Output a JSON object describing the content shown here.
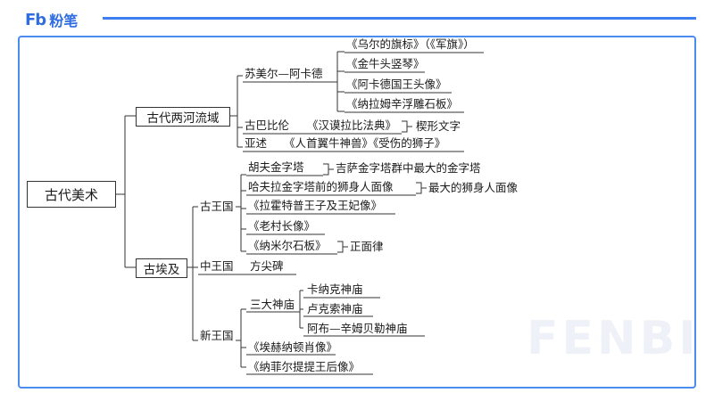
{
  "brand": {
    "logo_mark": "Fb",
    "logo_text": "粉笔",
    "watermark": "FENBI"
  },
  "root": "古代美术",
  "branches": {
    "mesopotamia": "古代两河流域",
    "egypt": "古埃及"
  },
  "mesopotamia": {
    "sumer_akkad": "苏美尔—阿卡德",
    "sumer_works": [
      "《乌尔的旗标》（《军旗》）",
      "《金牛头竖琴》",
      "《阿卡德国王头像》",
      "《纳拉姆辛浮雕石板》"
    ],
    "babylon": "古巴比伦",
    "babylon_work": "《汉谟拉比法典》",
    "babylon_note": "楔形文字",
    "assyria": "亚述",
    "assyria_works": "《人首翼牛神兽》《受伤的狮子》"
  },
  "egypt": {
    "old_kingdom": "古王国",
    "old_items": [
      "胡夫金字塔",
      "哈夫拉金字塔前的狮身人面像",
      "《拉霍特普王子及王妃像》",
      "《老村长像》",
      "《纳米尔石板》"
    ],
    "old_notes": [
      "吉萨金字塔群中最大的金字塔",
      "最大的狮身人面像",
      "正面律"
    ],
    "middle_kingdom": "中王国",
    "middle_item": "方尖碑",
    "new_kingdom": "新王国",
    "three_temples": "三大神庙",
    "temples": [
      "卡纳克神庙",
      "卢克索神庙",
      "阿布—辛姆贝勒神庙"
    ],
    "new_items": [
      "《埃赫纳顿肖像》",
      "《纳菲尔提提王后像》"
    ]
  }
}
